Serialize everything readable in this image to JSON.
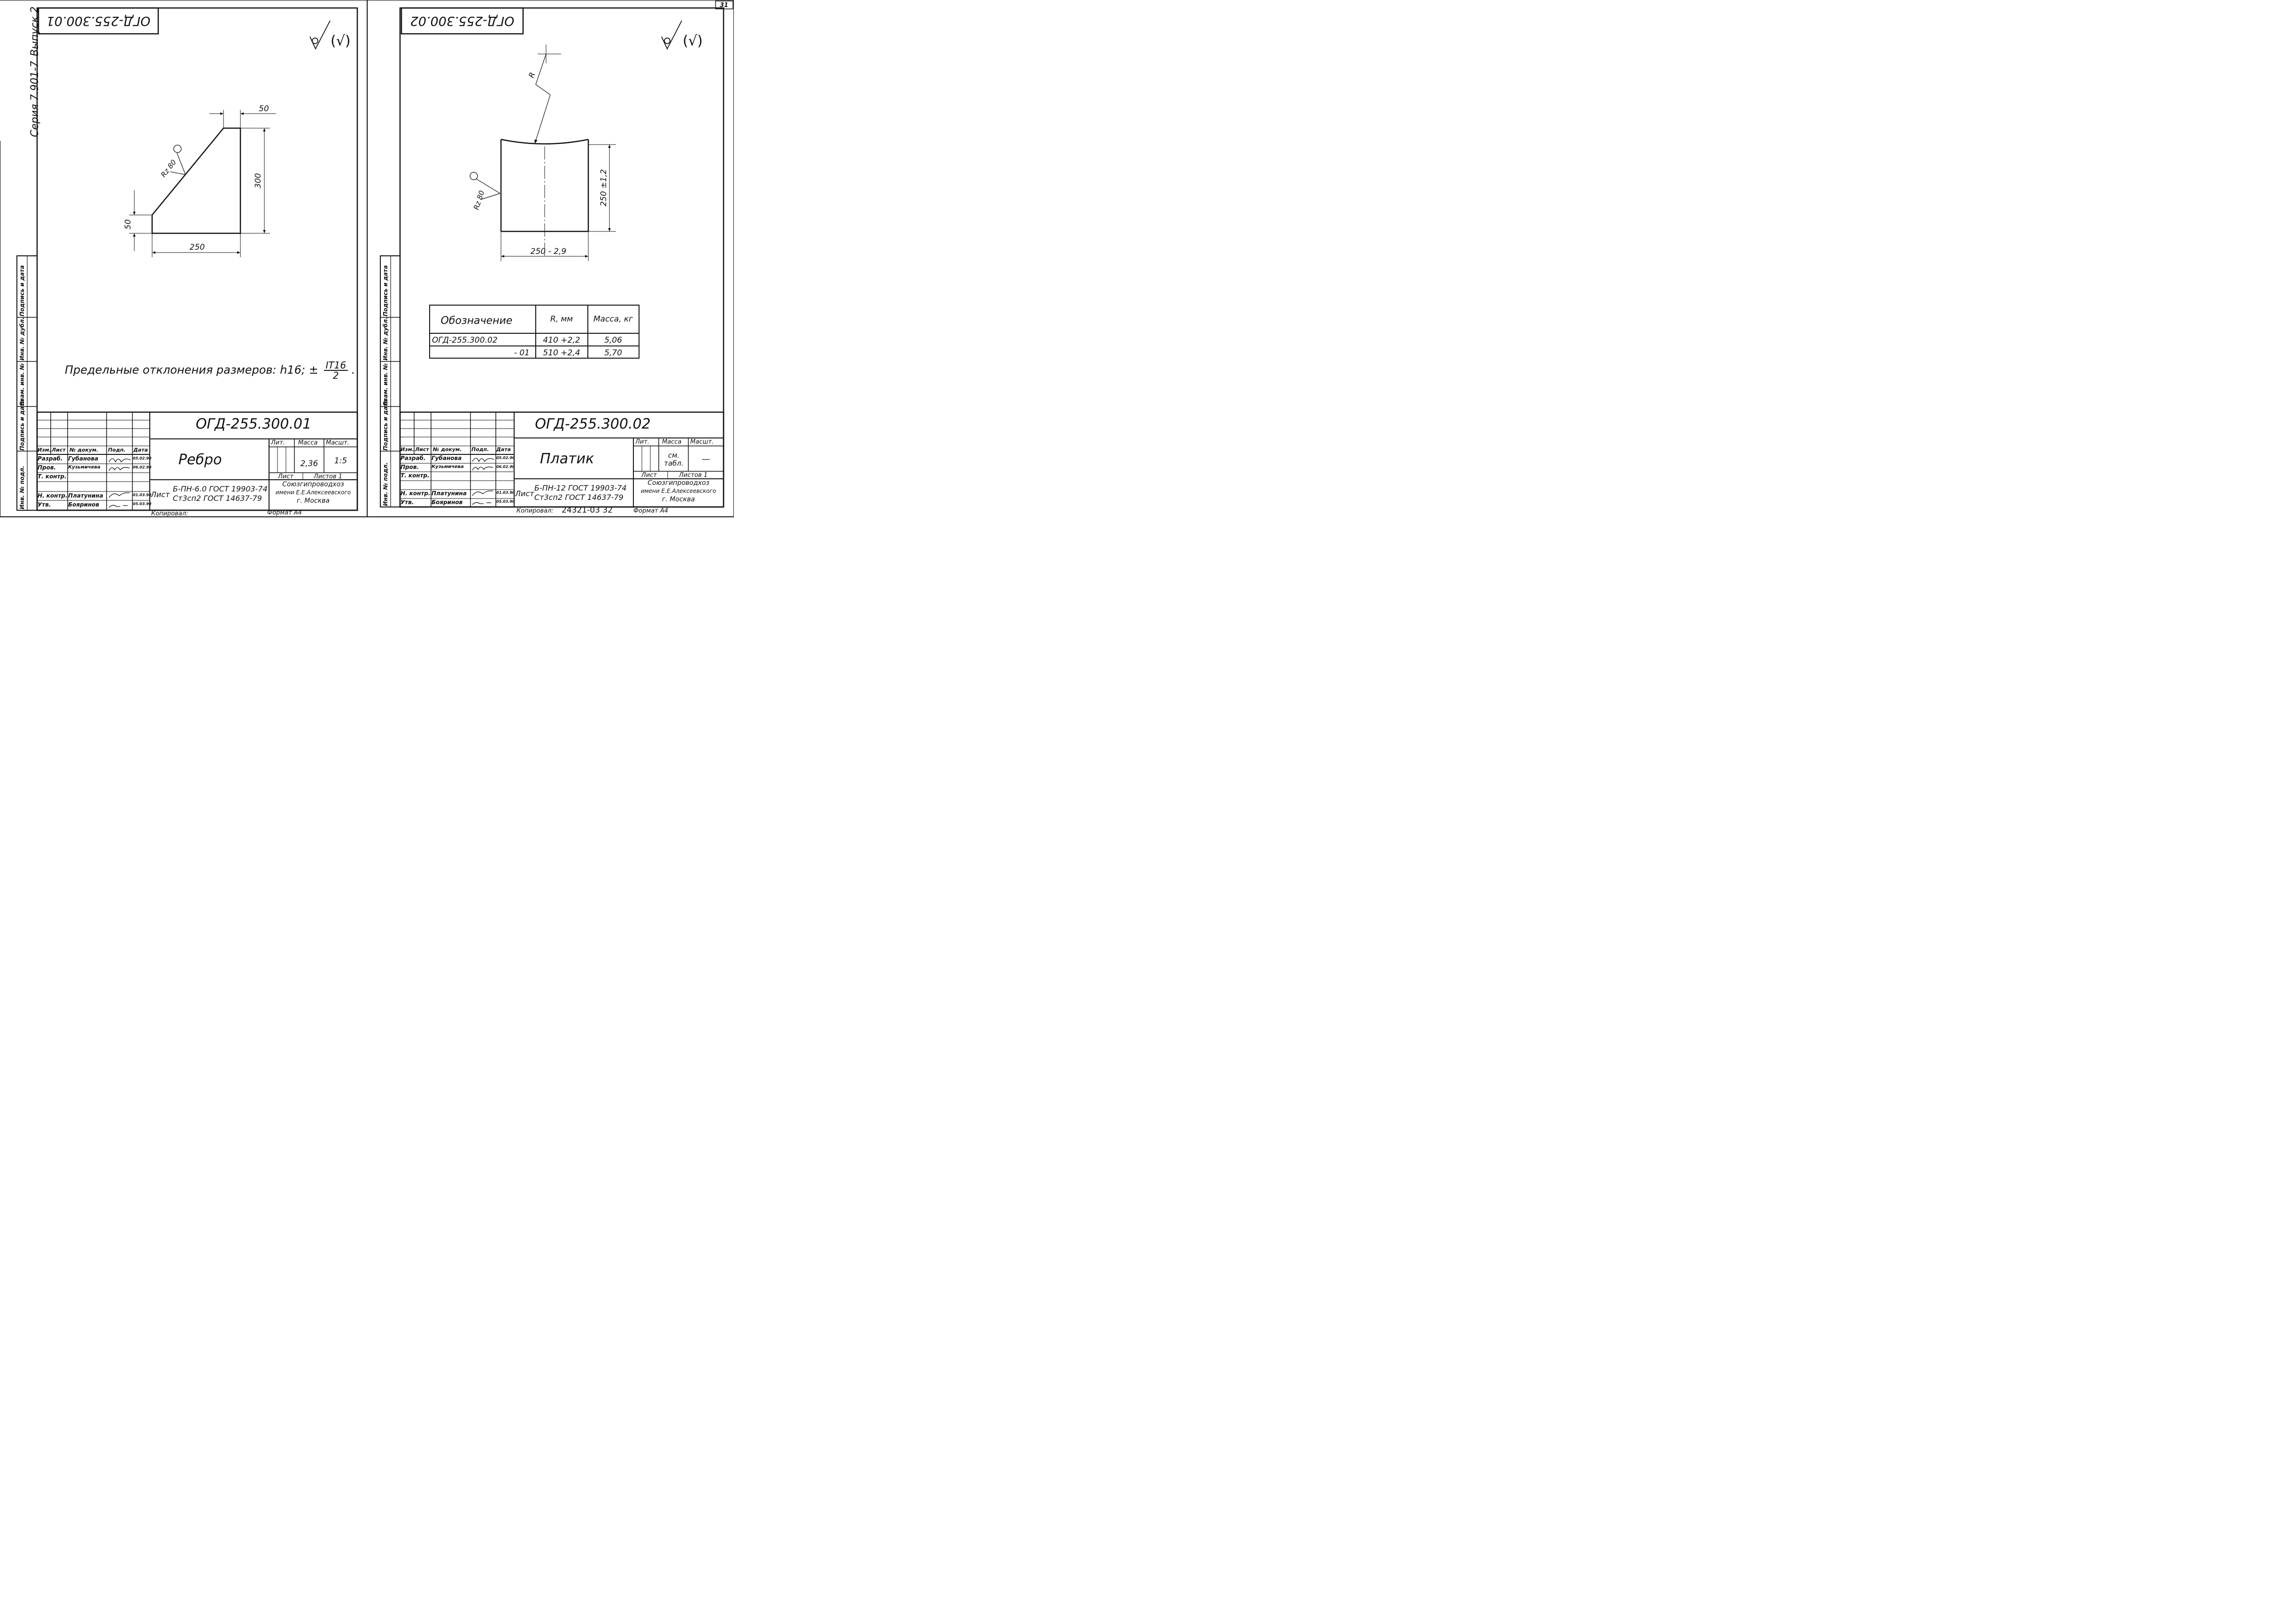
{
  "page_number": "31",
  "side_margin": {
    "series_label": "Серия 7.901-7",
    "issue_label": "Выпуск 2",
    "stamp_labels": [
      "Инв. № подл.",
      "Подпись и дата",
      "Взам. инв. №",
      "Инв. № дубл.",
      "Подпись и дата"
    ]
  },
  "roughness": {
    "general": "√(√)",
    "rz_label": "Rz 80"
  },
  "sheet_left": {
    "corner_code": "ОГД-255.300.01",
    "dimensions": {
      "top_width": "50",
      "height": "300",
      "left_height": "50",
      "base_width": "250"
    },
    "tolerance_note": "Предельные отклонения размеров: h16; ±",
    "tolerance_fraction": {
      "numerator": "IT16",
      "denominator": "2"
    },
    "title_block": {
      "document_code": "ОГД-255.300.01",
      "part_name": "Ребро",
      "material_line1": "Б-ПН-6.0 ГОСТ 19903-74",
      "material_line2": "Ст3сп2 ГОСТ 14637-79",
      "material_prefix": "Лист",
      "lit_header": "Лит.",
      "mass_header": "Масса",
      "scale_header": "Масшт.",
      "mass": "2,36",
      "scale": "1:5",
      "sheet_label": "Лист",
      "sheets_label": "Листов 1",
      "org_line1": "Союзгипроводхоз",
      "org_line2": "имени Е.Е.Алексеевского",
      "org_line3": "г. Москва",
      "copied_label": "Копировал:",
      "format_label": "Формат А4",
      "headers": [
        "Изм.",
        "Лист",
        "№ докум.",
        "Подп.",
        "Дата"
      ],
      "rows": [
        {
          "role": "Разраб.",
          "name": "Губанова",
          "date": "05.02.90"
        },
        {
          "role": "Пров.",
          "name": "Кузьмичева",
          "date": "06.02.90"
        },
        {
          "role": "Т. контр.",
          "name": "",
          "date": ""
        },
        {
          "role": "",
          "name": "",
          "date": ""
        },
        {
          "role": "Н. контр.",
          "name": "Платунина",
          "date": "01.03.90"
        },
        {
          "role": "Утв.",
          "name": "Бояринов",
          "date": "05.03.90"
        }
      ]
    }
  },
  "sheet_right": {
    "corner_code": "ОГД-255.300.02",
    "dimensions": {
      "radius": "R",
      "height": "250 ±1,2",
      "width": "250 - 2,9"
    },
    "table": {
      "headers": [
        "Обозначение",
        "R, мм",
        "Масса, кг"
      ],
      "rows": [
        [
          "ОГД-255.300.02",
          "410 +2,2",
          "5,06"
        ],
        [
          "- 01",
          "510 +2,4",
          "5,70"
        ]
      ]
    },
    "title_block": {
      "document_code": "ОГД-255.300.02",
      "part_name": "Платик",
      "material_line1": "Б-ПН-12 ГОСТ 19903-74",
      "material_line2": "Ст3сп2 ГОСТ 14637-79",
      "material_prefix": "Лист",
      "lit_header": "Лит.",
      "mass_header": "Масса",
      "scale_header": "Масшт.",
      "mass": "см. табл.",
      "scale": "—",
      "sheet_label": "Лист",
      "sheets_label": "Листов 1",
      "org_line1": "Союзгипроводхоз",
      "org_line2": "имени Е.Е.Алексеевского",
      "org_line3": "г. Москва",
      "copied_label": "Копировал:",
      "copied_value": "24321-03 32",
      "format_label": "Формат А4",
      "headers": [
        "Изм.",
        "Лист",
        "№ докум.",
        "Подп.",
        "Дата"
      ],
      "rows": [
        {
          "role": "Разраб.",
          "name": "Губанова",
          "date": "05.02.90"
        },
        {
          "role": "Пров.",
          "name": "Кузьмичева",
          "date": "06.02.90"
        },
        {
          "role": "Т. контр.",
          "name": "",
          "date": ""
        },
        {
          "role": "",
          "name": "",
          "date": ""
        },
        {
          "role": "Н. контр.",
          "name": "Платунина",
          "date": "01.03.90"
        },
        {
          "role": "Утв.",
          "name": "Бояринов",
          "date": "05.03.90"
        }
      ]
    }
  }
}
